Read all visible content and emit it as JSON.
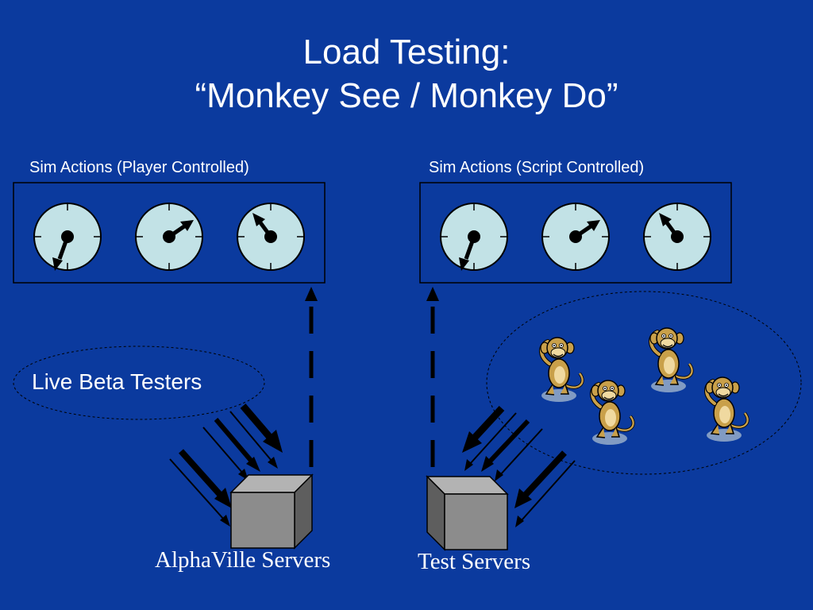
{
  "slide": {
    "title_line1": "Load Testing:",
    "title_line2": "“Monkey See / Monkey Do”",
    "background_color": "#0b3a9e"
  },
  "panels": {
    "left_label": "Sim Actions (Player Controlled)",
    "right_label": "Sim Actions (Script Controlled)",
    "dial_face_color": "#c2e2e6"
  },
  "groups": {
    "live_testers_label": "Live Beta Testers"
  },
  "servers": {
    "live_label": "AlphaVille Servers",
    "test_label": "Test Servers",
    "cube_color": "#8c8c8c"
  },
  "icons": [
    "dial-icon",
    "server-cube-icon",
    "monkey-icon",
    "arrow-icon"
  ]
}
